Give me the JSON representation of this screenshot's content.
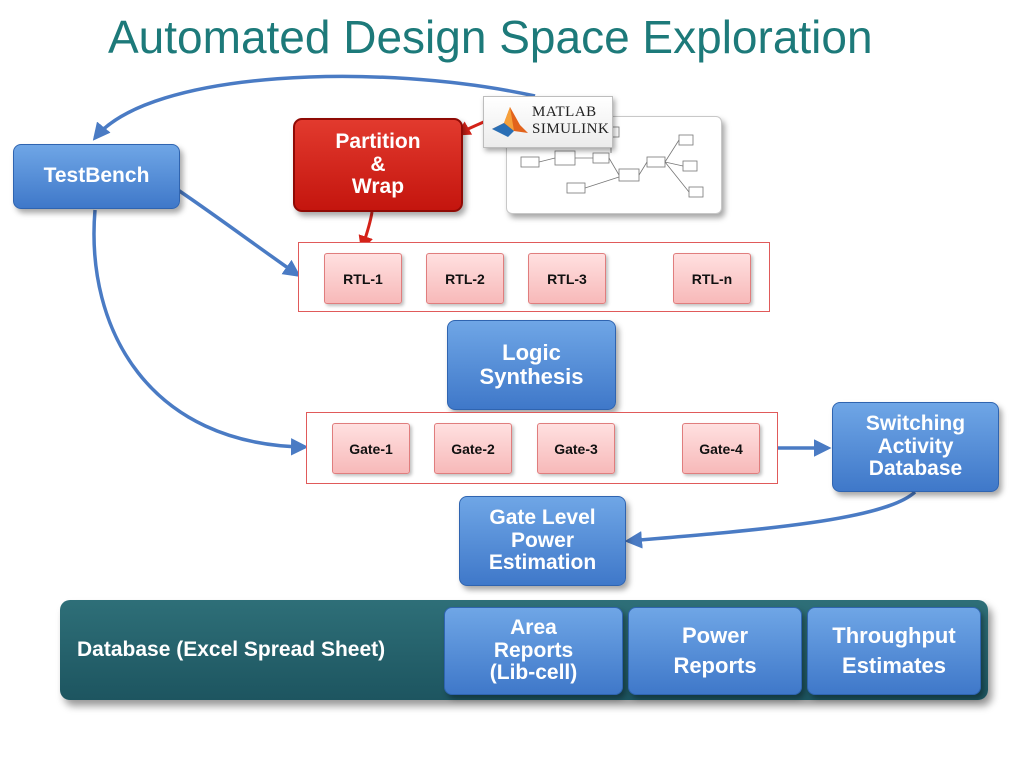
{
  "title": "Automated Design Space Exploration",
  "colors": {
    "title": "#1d7a7a",
    "blue_box": "#4a85d4",
    "red_box": "#d42219",
    "pink_box": "#f9c8c8",
    "frame": "#e05a5a",
    "database_bar": "#245e68",
    "arrow": "#4a7bc4",
    "dash": "#8db04a"
  },
  "boxes": {
    "testbench": "TestBench",
    "partition": "Partition\n&\nWrap",
    "logic_synthesis": "Logic\nSynthesis",
    "switching_activity": "Switching\nActivity\nDatabase",
    "gate_level_power": "Gate Level\nPower\nEstimation"
  },
  "rtl_blocks": [
    "RTL-1",
    "RTL-2",
    "RTL-3",
    "RTL-n"
  ],
  "gate_blocks": [
    "Gate-1",
    "Gate-2",
    "Gate-3",
    "Gate-4"
  ],
  "matlab": {
    "logo_line1": "MATLAB",
    "logo_line2": "SIMULINK",
    "logo_icon": "matlab-membrane-icon"
  },
  "database": {
    "label": "Database (Excel Spread Sheet)",
    "reports": [
      "Area\nReports\n(Lib-cell)",
      "Power\nReports",
      "Throughput\nEstimates"
    ]
  }
}
